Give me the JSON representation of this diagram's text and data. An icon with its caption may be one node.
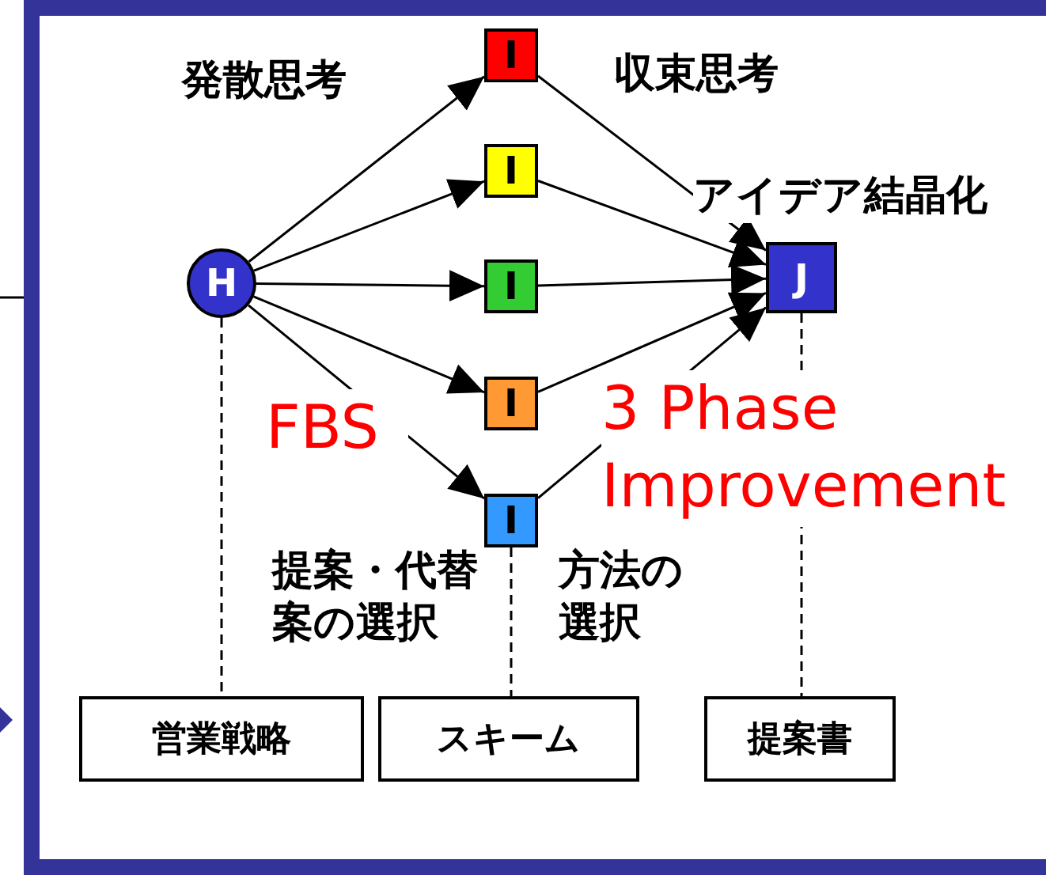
{
  "diagram": {
    "nodes": [
      {
        "text": [
          "H"
        ]
      },
      {
        "text": [
          "I"
        ]
      },
      {
        "text": [
          "I"
        ]
      },
      {
        "text": [
          "I"
        ]
      },
      {
        "text": [
          "I"
        ]
      },
      {
        "text": [
          "I"
        ]
      },
      {
        "text": [
          "J"
        ]
      },
      {
        "text": [
          "営業戦略"
        ]
      },
      {
        "text": [
          "スキーム"
        ]
      },
      {
        "text": [
          "提案書"
        ]
      }
    ],
    "edges": [
      {
        "from": 0,
        "to": 1,
        "arrow": "to"
      },
      {
        "from": 0,
        "to": 2,
        "arrow": "to"
      },
      {
        "from": 0,
        "to": 3,
        "arrow": "to"
      },
      {
        "from": 0,
        "to": 4,
        "arrow": "to"
      },
      {
        "from": 0,
        "to": 5,
        "arrow": "to"
      },
      {
        "from": 1,
        "to": 6,
        "arrow": "to"
      },
      {
        "from": 2,
        "to": 6,
        "arrow": "to"
      },
      {
        "from": 3,
        "to": 6,
        "arrow": "to"
      },
      {
        "from": 4,
        "to": 6,
        "arrow": "to"
      },
      {
        "from": 5,
        "to": 6,
        "arrow": "to"
      },
      {
        "from": 0,
        "to": 7,
        "arrow": "none",
        "style": "dashed"
      },
      {
        "from": 5,
        "to": 8,
        "arrow": "none",
        "style": "dashed"
      },
      {
        "from": 6,
        "to": 9,
        "arrow": "none",
        "style": "dashed"
      }
    ],
    "labels": [
      "発散思考",
      "収束思考",
      "アイデア結晶化",
      "FBS",
      "3 Phase Improvement",
      "提案・代替案の選択",
      "方法の選択"
    ]
  }
}
